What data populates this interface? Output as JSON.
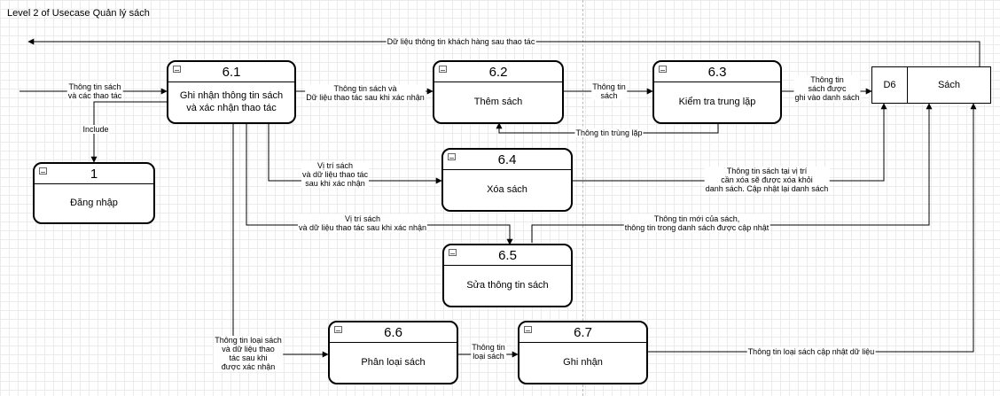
{
  "title": "Level 2 of Usecase Quản lý sách",
  "processes": {
    "p61": {
      "id": "6.1",
      "name": "Ghi nhận thông tin sách\nvà xác nhận thao tác"
    },
    "p62": {
      "id": "6.2",
      "name": "Thêm sách"
    },
    "p63": {
      "id": "6.3",
      "name": "Kiểm tra trung lặp"
    },
    "p64": {
      "id": "6.4",
      "name": "Xóa sách"
    },
    "p65": {
      "id": "6.5",
      "name": "Sửa thông tin sách"
    },
    "p66": {
      "id": "6.6",
      "name": "Phân loại sách"
    },
    "p67": {
      "id": "6.7",
      "name": "Ghi nhận"
    },
    "p1": {
      "id": "1",
      "name": "Đăng nhập"
    }
  },
  "store": {
    "id": "D6",
    "name": "Sách"
  },
  "flows": {
    "top_return": "Dữ liệu thông tin khách hàng sau thao tác",
    "input": "Thông tin sách\nvà các thao tác",
    "include": "Include",
    "f61_62": "Thông tin sách và\nDữ liệu thao tác sau khi xác nhận",
    "f62_63": "Thông tin\nsách",
    "f63_store": "Thông tin\nsách được\nghi vào danh sách",
    "f63_62": "Thông tin trùng lặp",
    "f61_64": "Vị trí sách\nvà dữ liệu thao tác\nsau khi xác nhận",
    "f64_store": "Thông tin sách tại vị trí\ncần xóa sẽ được xóa khỏi\ndanh sách. Cập nhật lại danh sách",
    "f61_65": "Vị trí sách\nvà dữ liệu thao tác sau khi xác nhận",
    "f65_store": "Thông tin mới của sách,\nthông tin trong danh sách được cập nhật",
    "f61_66": "Thông tin loại sách\nvà dữ liệu thao\ntác sau khi\nđược xác nhận",
    "f66_67": "Thông tin\nloại sách",
    "f67_store": "Thông tin loại sách cập nhật dữ liệu"
  }
}
